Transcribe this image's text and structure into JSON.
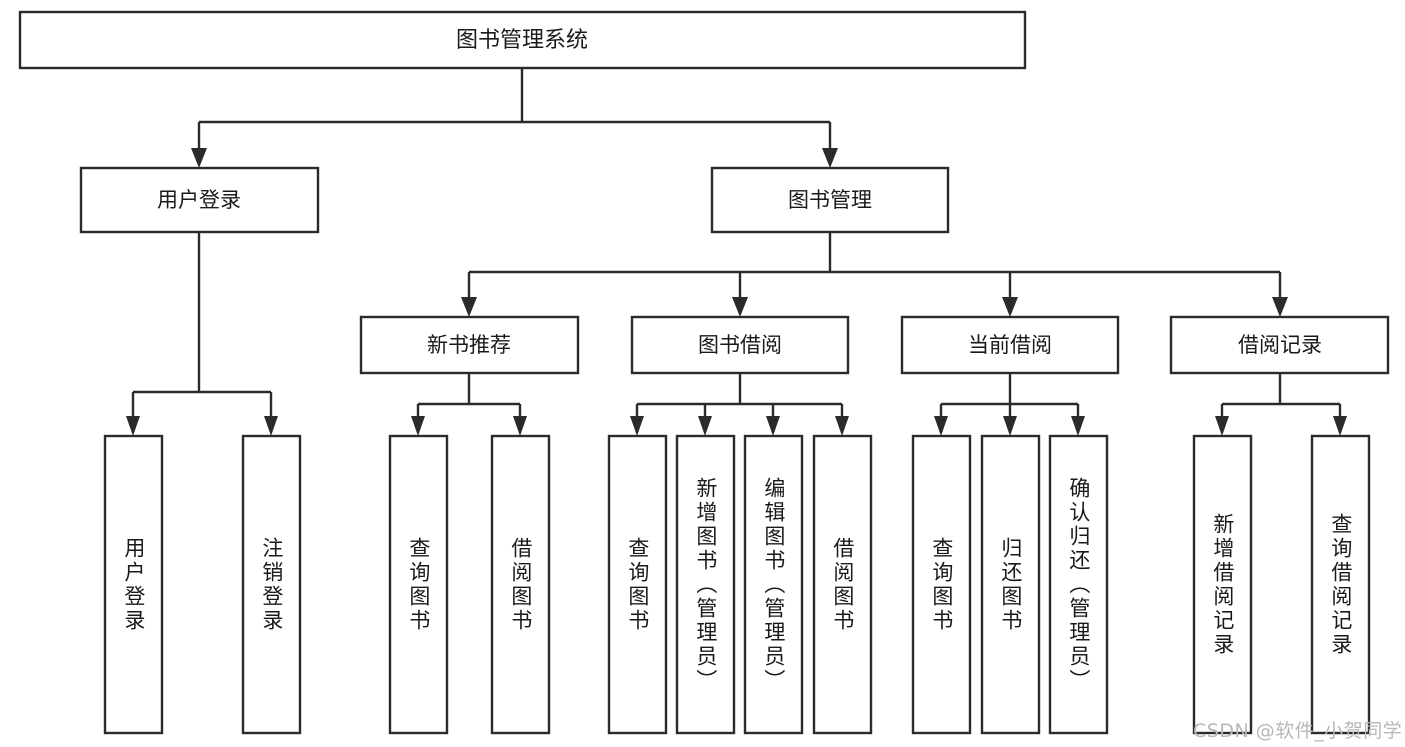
{
  "diagram": {
    "title_node": {
      "label": "图书管理系统"
    },
    "level2": [
      {
        "id": "user-login",
        "label": "用户登录"
      },
      {
        "id": "book-manage",
        "label": "图书管理"
      }
    ],
    "level3": [
      {
        "id": "new-book-recommend",
        "label": "新书推荐"
      },
      {
        "id": "book-borrow",
        "label": "图书借阅"
      },
      {
        "id": "current-borrow",
        "label": "当前借阅"
      },
      {
        "id": "borrow-record",
        "label": "借阅记录"
      }
    ],
    "leaves": {
      "user_login": [
        {
          "id": "leaf-user-login",
          "label": "用户登录"
        },
        {
          "id": "leaf-logout-login",
          "label": "注销登录"
        }
      ],
      "new_book_recommend": [
        {
          "id": "leaf-query-book-1",
          "label": "查询图书"
        },
        {
          "id": "leaf-borrow-book-1",
          "label": "借阅图书"
        }
      ],
      "book_borrow": [
        {
          "id": "leaf-query-book-2",
          "label": "查询图书"
        },
        {
          "id": "leaf-add-book",
          "label": "新增图书（管理员）"
        },
        {
          "id": "leaf-edit-book",
          "label": "编辑图书（管理员）"
        },
        {
          "id": "leaf-borrow-book-2",
          "label": "借阅图书"
        }
      ],
      "current_borrow": [
        {
          "id": "leaf-query-book-3",
          "label": "查询图书"
        },
        {
          "id": "leaf-return-book",
          "label": "归还图书"
        },
        {
          "id": "leaf-confirm-return",
          "label": "确认归还（管理员）"
        }
      ],
      "borrow_record": [
        {
          "id": "leaf-add-record",
          "label": "新增借阅记录"
        },
        {
          "id": "leaf-query-record",
          "label": "查询借阅记录"
        }
      ]
    },
    "watermark": "CSDN @软件_小贺同学",
    "colors": {
      "stroke": "#2b2b2b",
      "fill": "#ffffff",
      "text": "#1a1a1a",
      "watermark": "#b8b8b8"
    }
  }
}
